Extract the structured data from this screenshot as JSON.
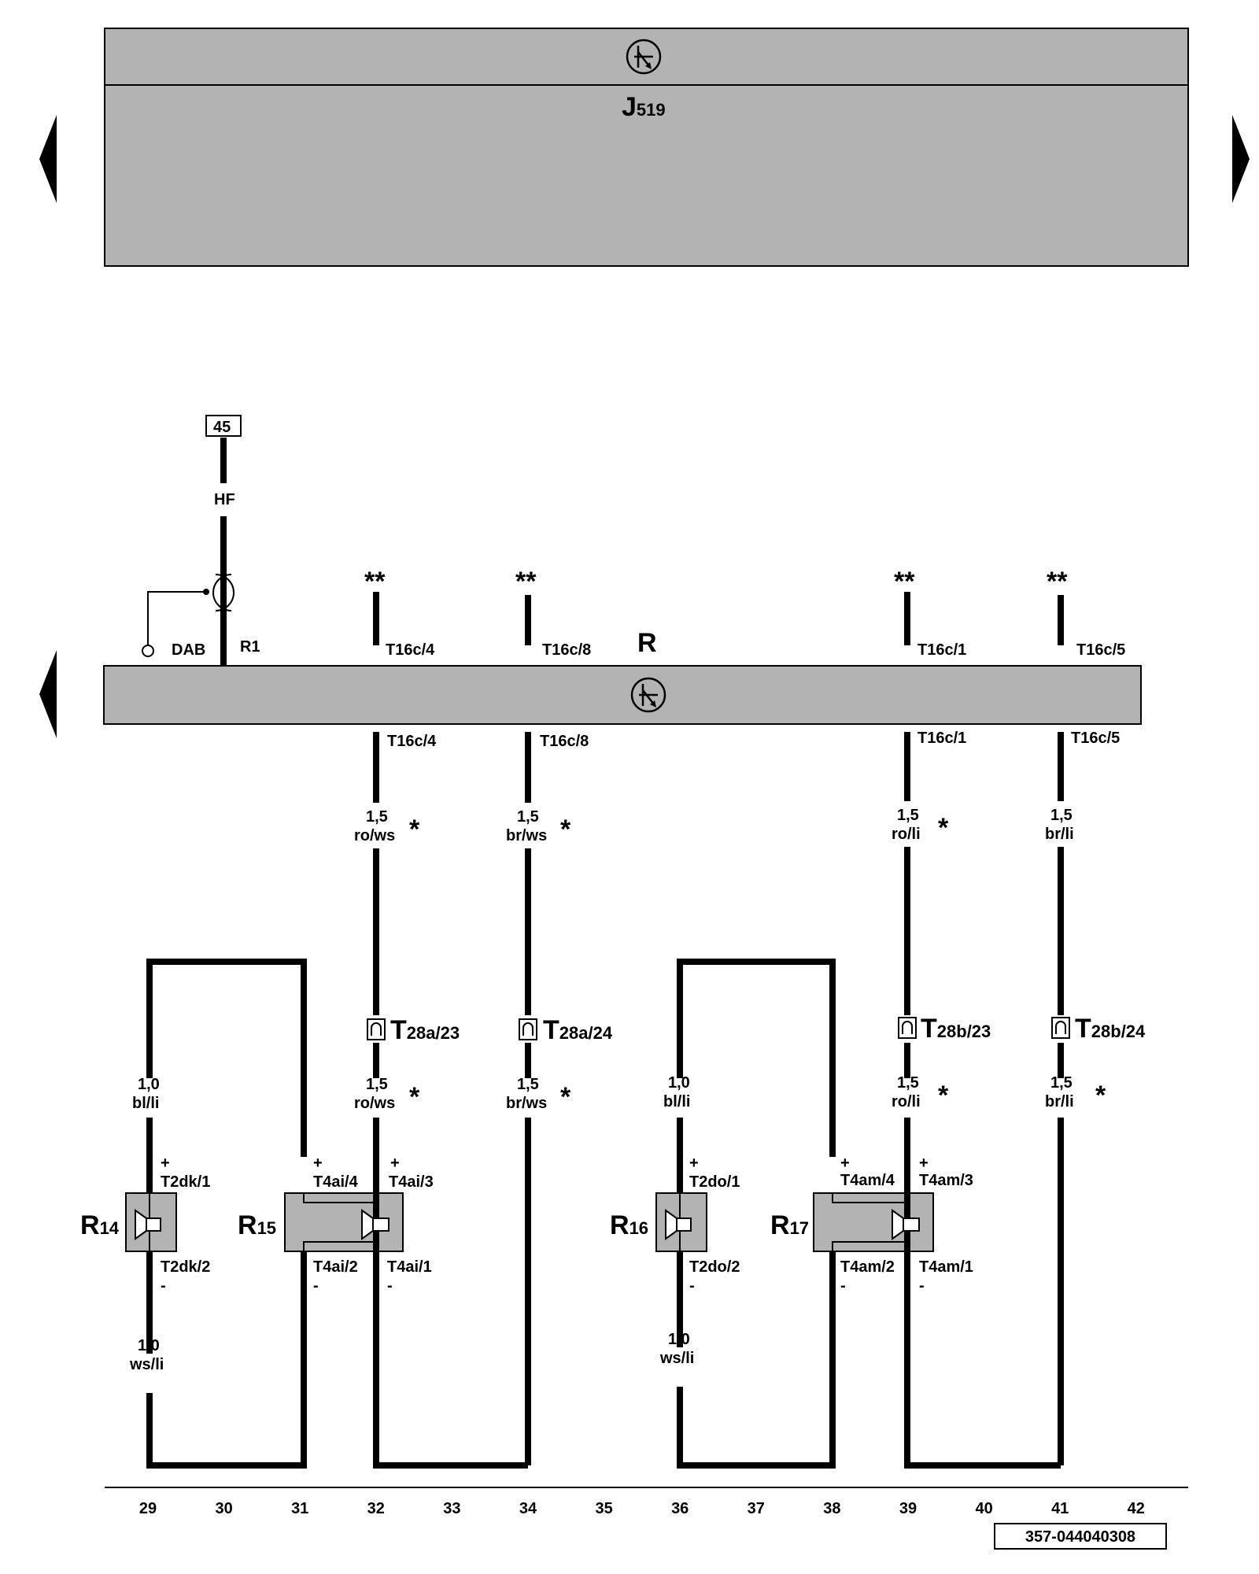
{
  "module_top": {
    "name": "J",
    "sub": "519"
  },
  "module_radio": {
    "name": "R"
  },
  "connector_45": "45",
  "hf_label": "HF",
  "dab_label": "DAB",
  "r1_label": "R1",
  "stars2": "**",
  "star1": "*",
  "pins_upper": [
    "T16c/4",
    "T16c/8",
    "T16c/1",
    "T16c/5"
  ],
  "pins_lower": [
    "T16c/4",
    "T16c/8",
    "T16c/1",
    "T16c/5"
  ],
  "wires_upper": [
    {
      "size": "1,5",
      "color": "ro/ws"
    },
    {
      "size": "1,5",
      "color": "br/ws"
    },
    {
      "size": "1,5",
      "color": "ro/li"
    },
    {
      "size": "1,5",
      "color": "br/li"
    }
  ],
  "connectors_T28": [
    {
      "main": "T",
      "sub": "28a/23"
    },
    {
      "main": "T",
      "sub": "28a/24"
    },
    {
      "main": "T",
      "sub": "28b/23"
    },
    {
      "main": "T",
      "sub": "28b/24"
    }
  ],
  "wires_lower": [
    {
      "size": "1,0",
      "color": "bl/li"
    },
    {
      "size": "1,5",
      "color": "ro/ws"
    },
    {
      "size": "1,5",
      "color": "br/ws"
    },
    {
      "size": "1,0",
      "color": "bl/li"
    },
    {
      "size": "1,5",
      "color": "ro/li"
    },
    {
      "size": "1,5",
      "color": "br/li"
    }
  ],
  "wires_bottom": [
    {
      "size": "1,0",
      "color": "ws/li"
    },
    {
      "size": "1,0",
      "color": "ws/li"
    }
  ],
  "speakers": [
    {
      "name": "R",
      "sub": "14",
      "pin_plus": "T2dk/1",
      "pin_minus": "T2dk/2"
    },
    {
      "name": "R",
      "sub": "15",
      "pin_plus_a": "T4ai/4",
      "pin_plus_b": "T4ai/3",
      "pin_minus_a": "T4ai/2",
      "pin_minus_b": "T4ai/1"
    },
    {
      "name": "R",
      "sub": "16",
      "pin_plus": "T2do/1",
      "pin_minus": "T2do/2"
    },
    {
      "name": "R",
      "sub": "17",
      "pin_plus_a": "T4am/4",
      "pin_plus_b": "T4am/3",
      "pin_minus_a": "T4am/2",
      "pin_minus_b": "T4am/1"
    }
  ],
  "plus_sign": "+",
  "minus_sign": "-",
  "track_numbers": [
    "29",
    "30",
    "31",
    "32",
    "33",
    "34",
    "35",
    "36",
    "37",
    "38",
    "39",
    "40",
    "41",
    "42"
  ],
  "doc_id": "357-044040308"
}
